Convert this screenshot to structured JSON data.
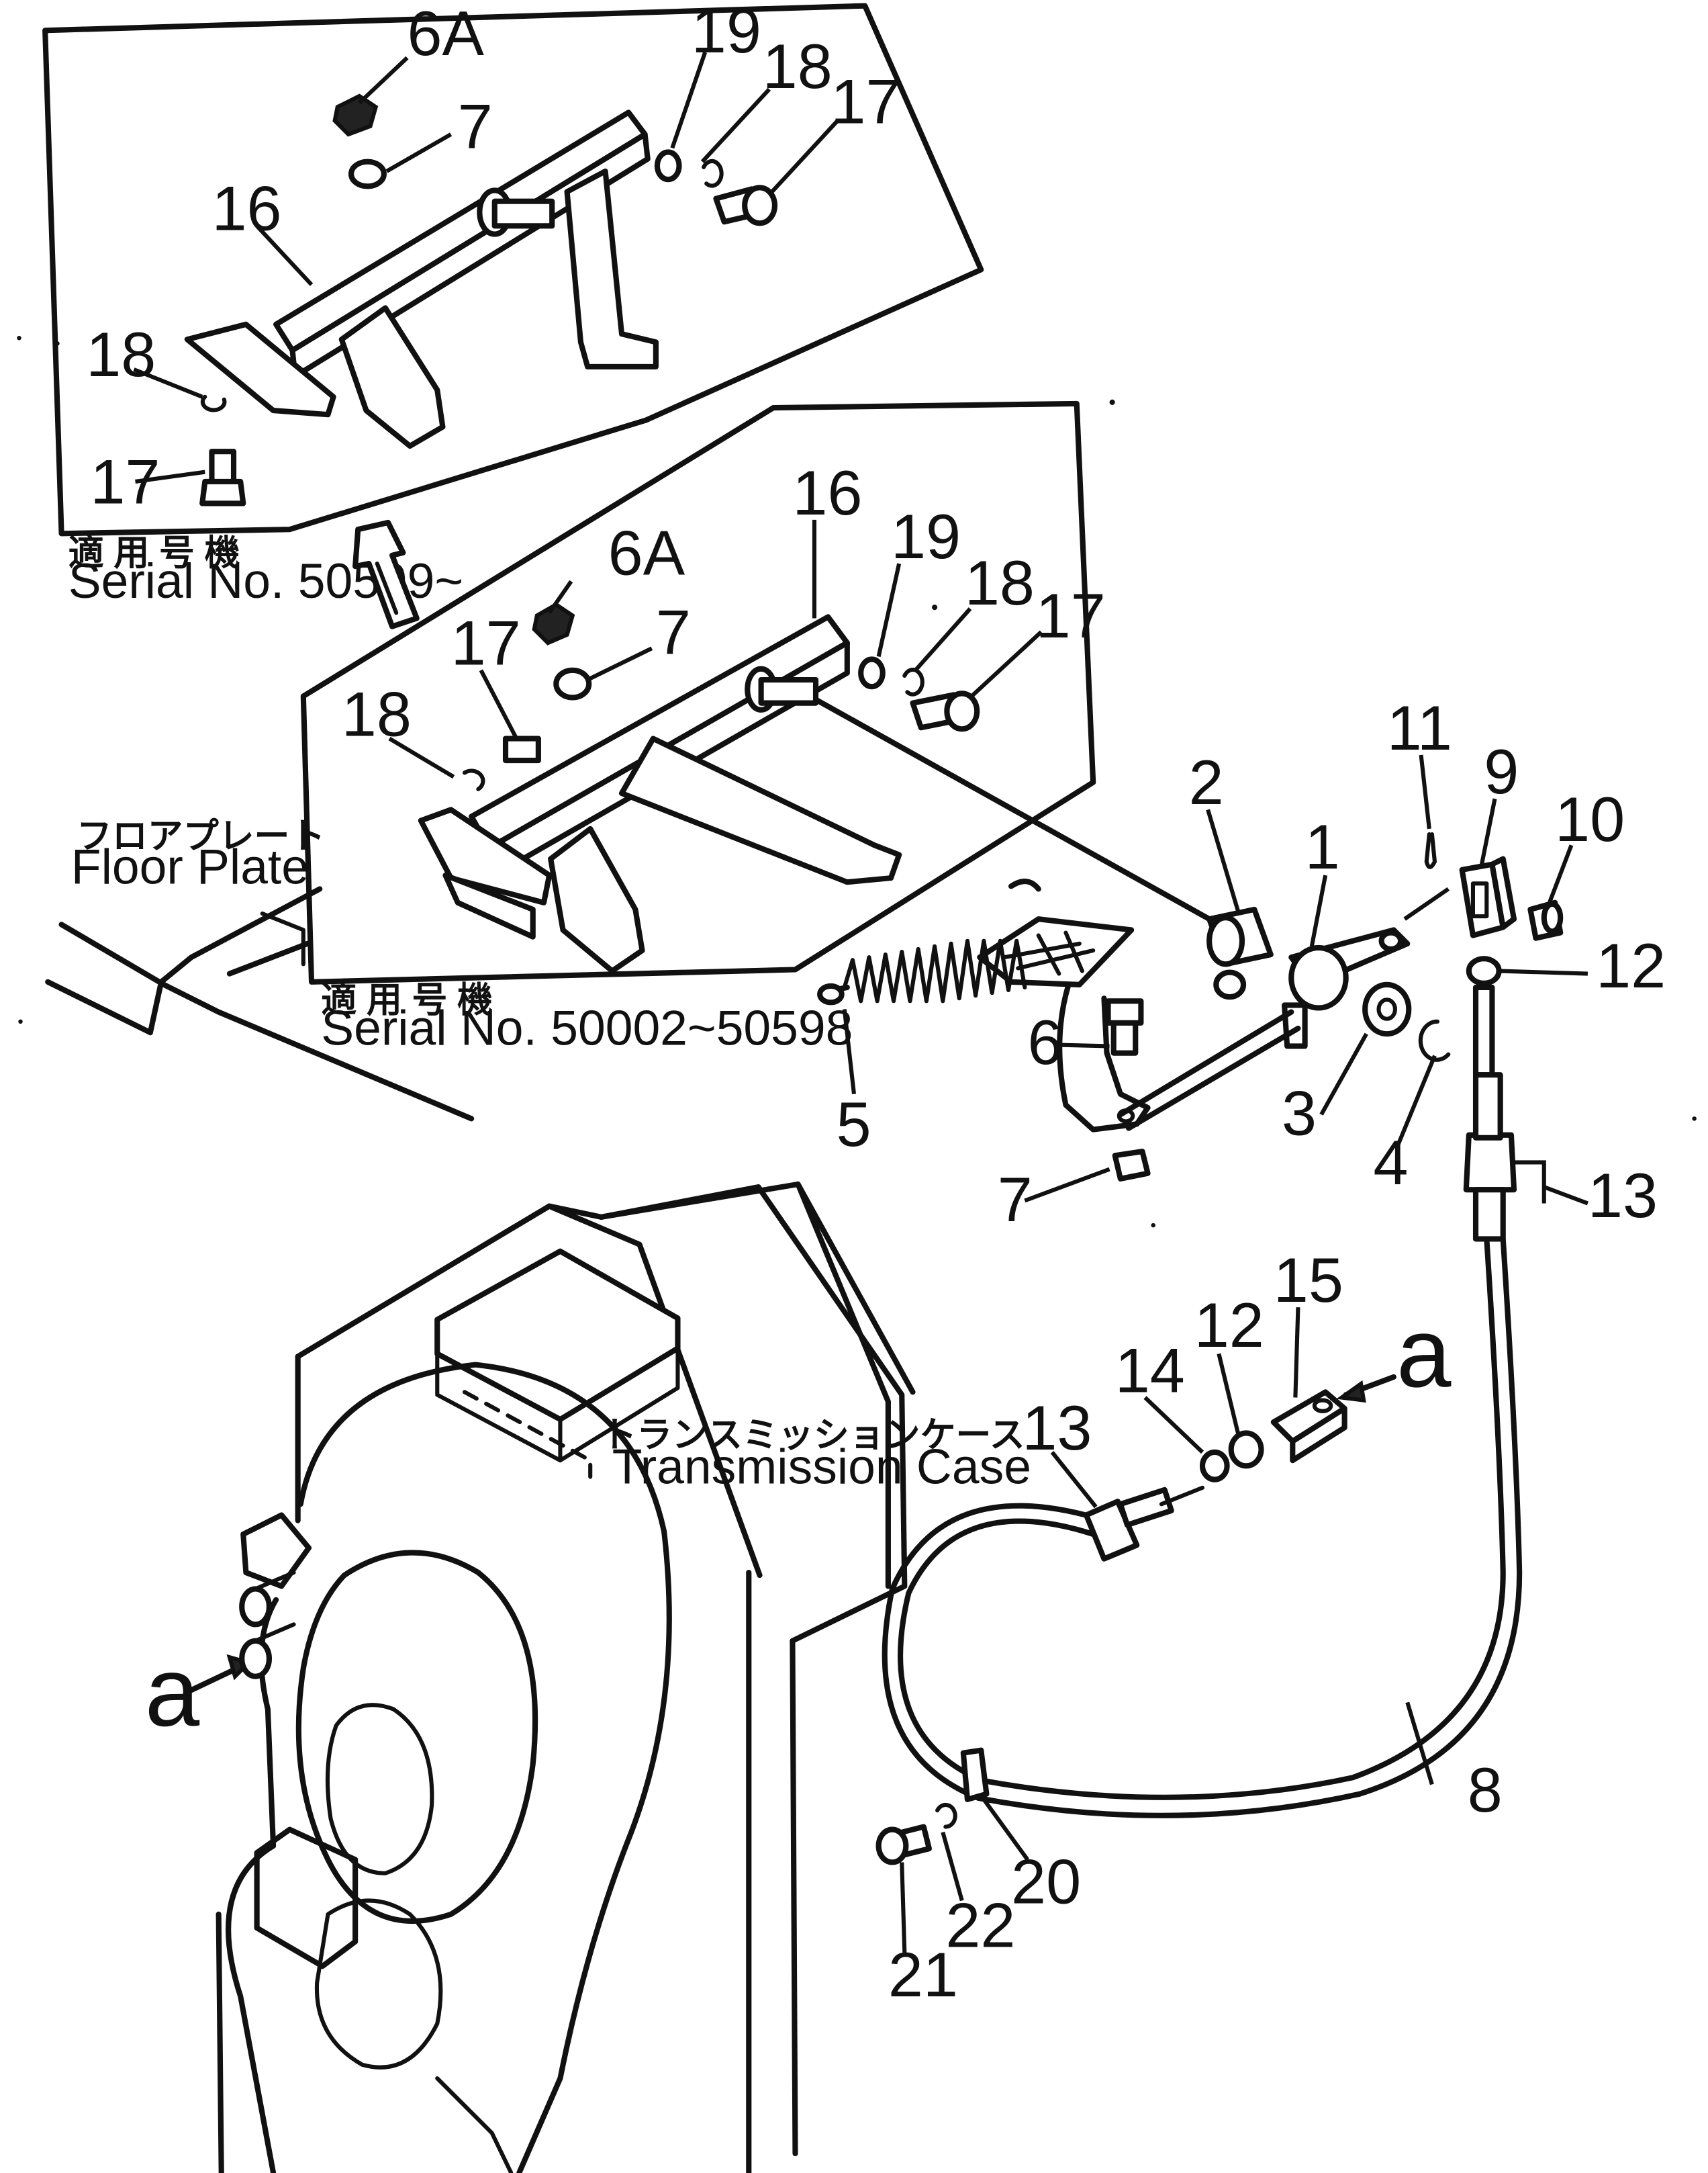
{
  "callouts": {
    "inset_top": {
      "c6A": "6A",
      "c7": "7",
      "c16": "16",
      "c17a": "17",
      "c17b": "17",
      "c18a": "18",
      "c18b": "18",
      "c19": "19"
    },
    "inset_mid": {
      "c16": "16",
      "c19": "19",
      "c18a": "18",
      "c18b": "18",
      "c6A": "6A",
      "c7": "7",
      "c17a": "17",
      "c17b": "17"
    },
    "main": {
      "c1": "1",
      "c2": "2",
      "c3": "3",
      "c4": "4",
      "c5": "5",
      "c6": "6",
      "c7": "7",
      "c8": "8",
      "c9": "9",
      "c10": "10",
      "c11": "11",
      "c12a": "12",
      "c12b": "12",
      "c13a": "13",
      "c13b": "13",
      "c14": "14",
      "c15": "15",
      "c20": "20",
      "c21": "21",
      "c22": "22",
      "ca1": "a",
      "ca2": "a"
    }
  },
  "captions": {
    "serial_top_jp": "適 用 号 機",
    "serial_top": "Serial No. 50599~",
    "serial_mid_jp": "適 用 号 機",
    "serial_mid": "Serial No. 50002~50598",
    "floor_plate_jp": "フロアプレート",
    "floor_plate": "Floor Plate",
    "transmission_jp": "トランスミッションケース",
    "transmission": "Transmission Case"
  }
}
